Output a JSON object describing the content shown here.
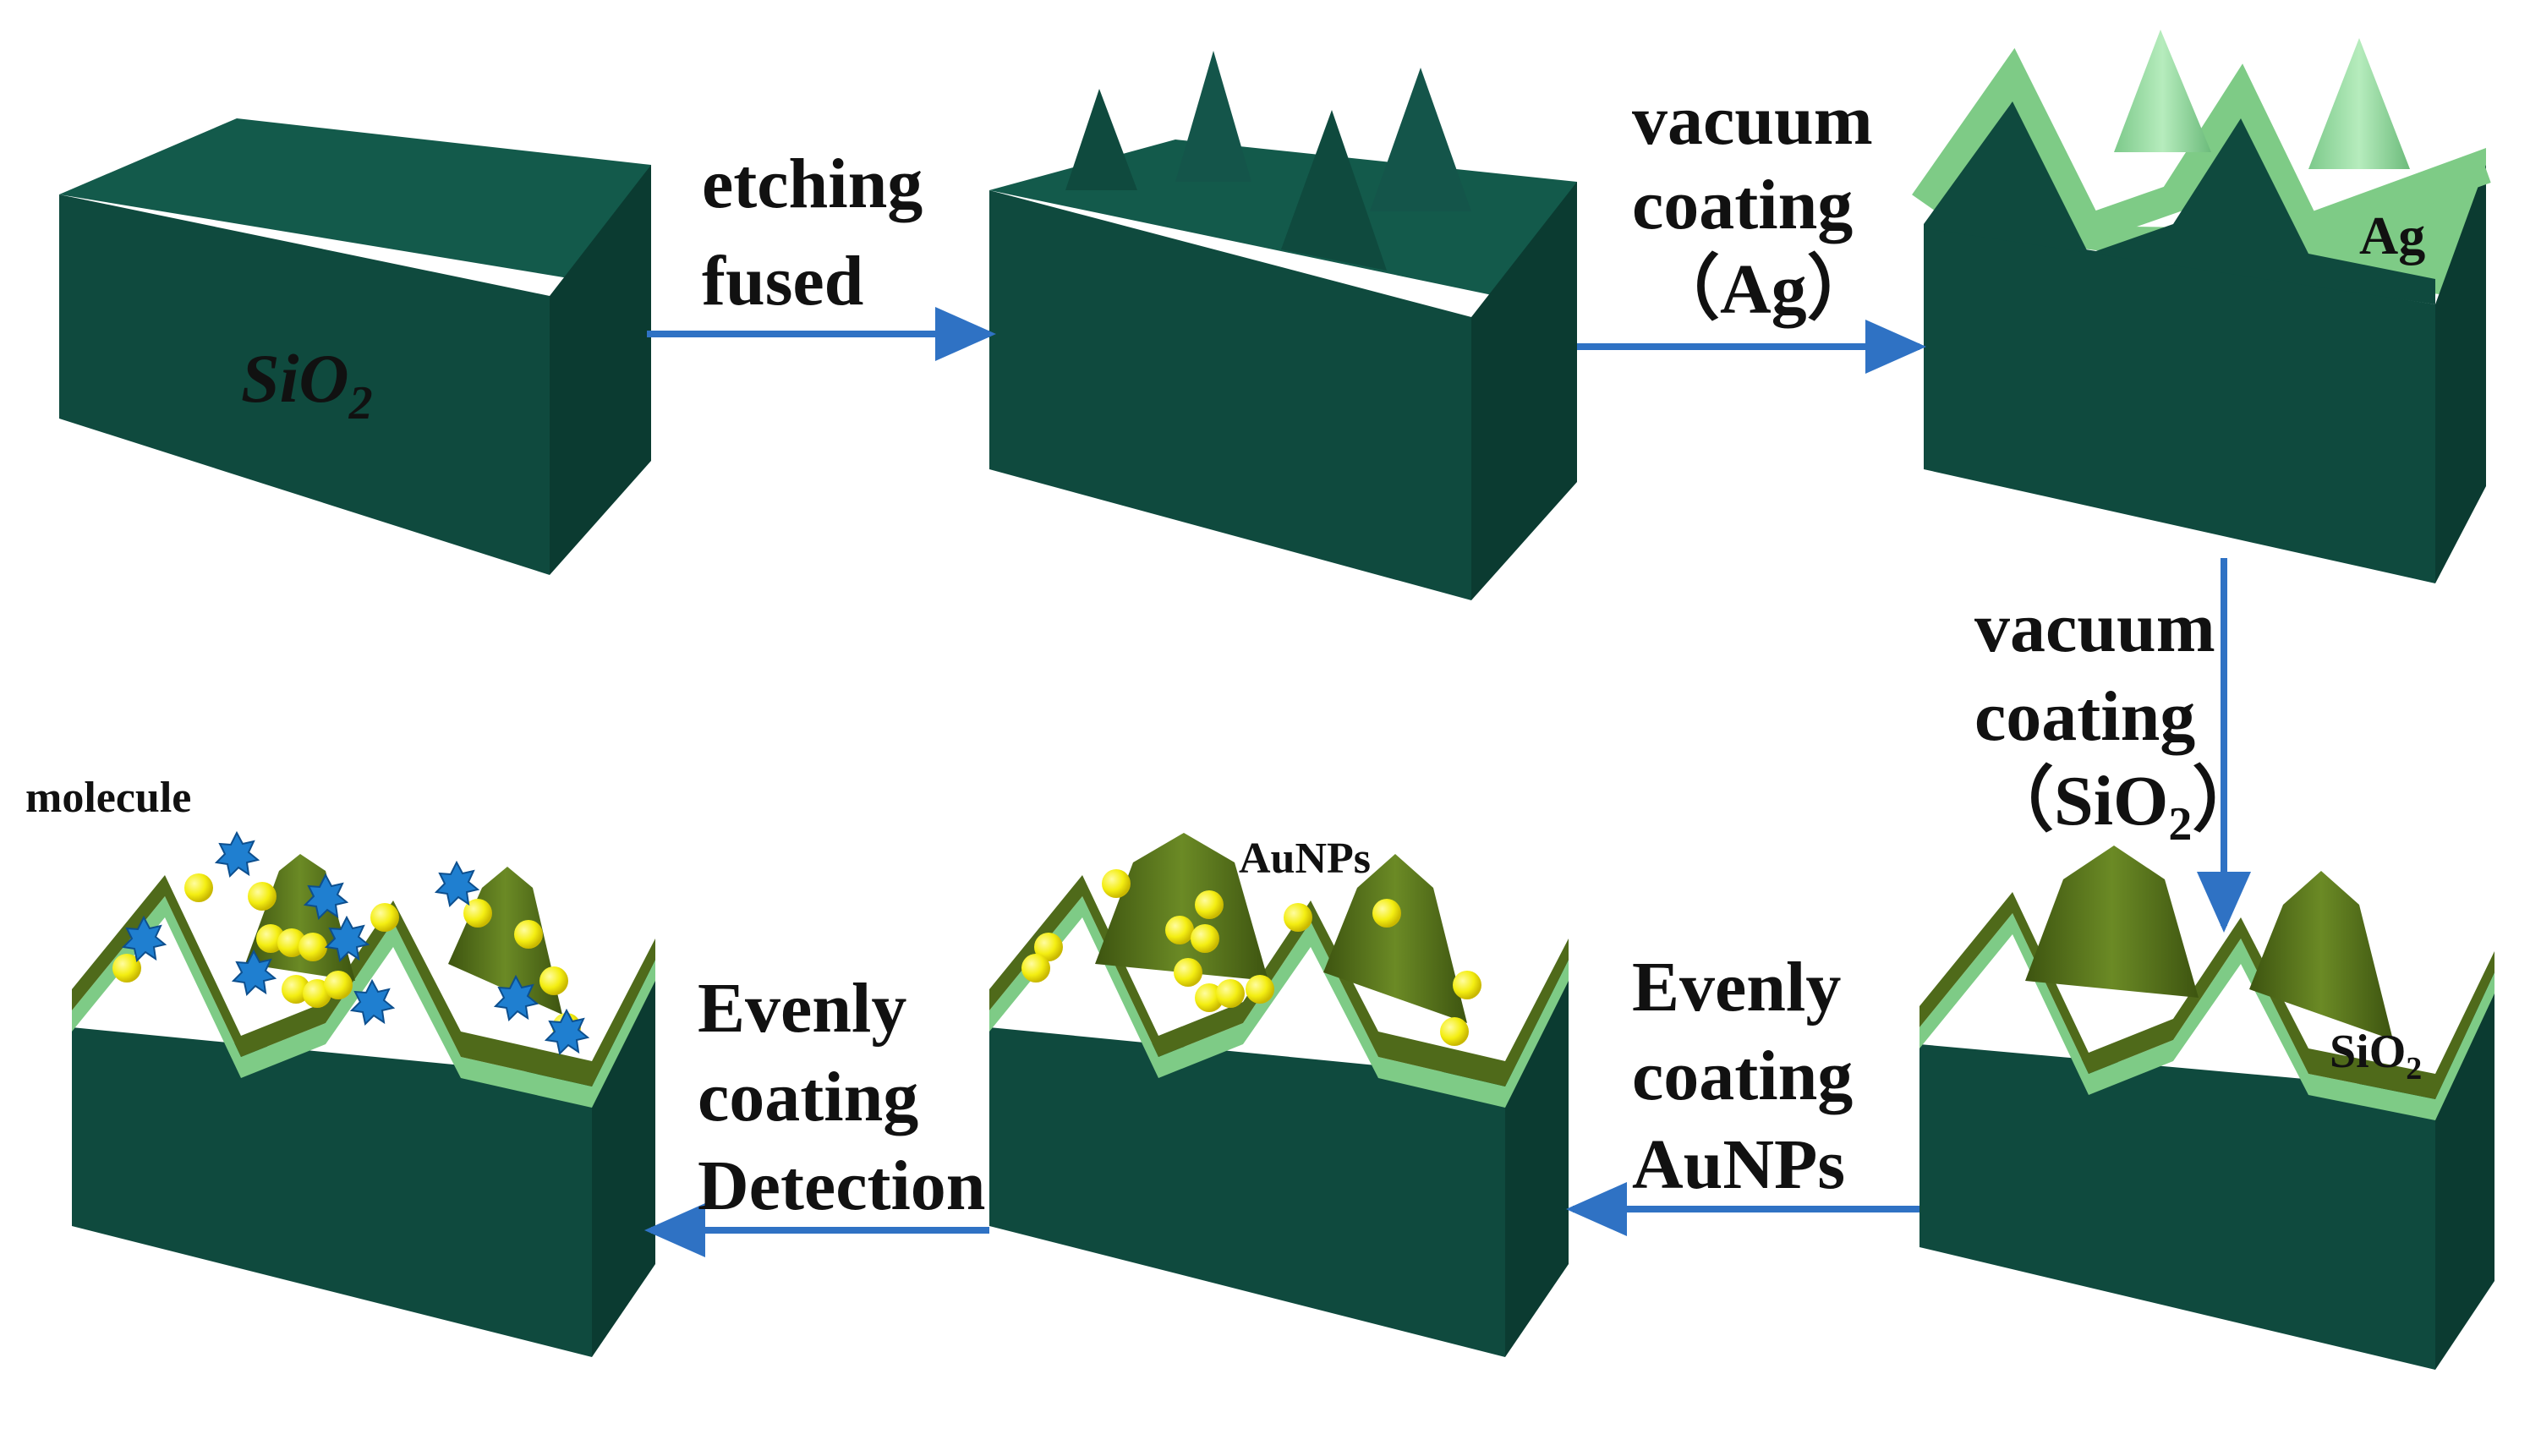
{
  "steps": {
    "s1": {
      "material": "SiO",
      "sub": "2"
    },
    "s3": {
      "material": "Ag"
    },
    "s4": {
      "material": "SiO",
      "sub": "2"
    },
    "s5": {
      "particles": "AuNPs"
    },
    "s6": {
      "analyte": "molecule"
    }
  },
  "arrows": {
    "a1": {
      "line1": "etching",
      "line2": "fused"
    },
    "a2": {
      "line1": "vacuum",
      "line2": "coating",
      "line3": "（Ag）"
    },
    "a3": {
      "line1": "vacuum",
      "line2": "coating",
      "line3_pre": "（SiO",
      "line3_sub": "2",
      "line3_post": "）"
    },
    "a4": {
      "line1": "Evenly",
      "line2": "coating",
      "line3": "AuNPs"
    },
    "a5": {
      "line1": "Evenly",
      "line2": "coating",
      "line3": "Detection"
    }
  },
  "colors": {
    "substrate": "#0f4a3e",
    "substrate_top": "#135a4b",
    "substrate_side": "#0b3b31",
    "ag_layer": "#7ecb86",
    "ag_cone": "#8fd59a",
    "sio2_layer": "#4f6a1a",
    "aunp": "#f4ee12",
    "molecule": "#1f7fd0",
    "arrow": "#2f72c4"
  }
}
